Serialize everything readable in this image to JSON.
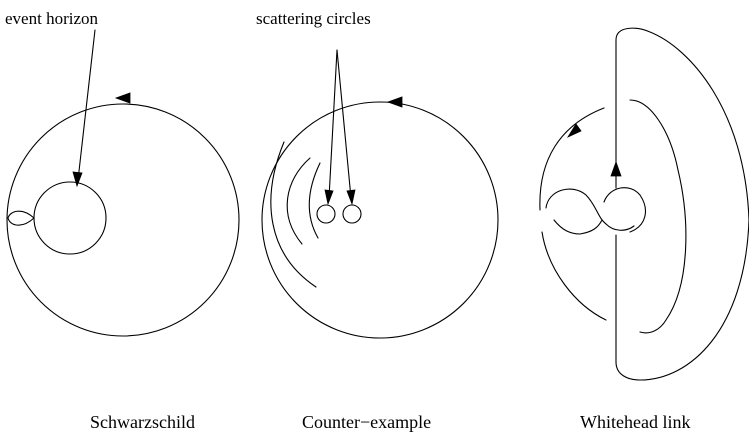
{
  "annotations": {
    "event_horizon": "event horizon",
    "scattering_circles": "scattering circles"
  },
  "panels": [
    {
      "caption": "Schwarzschild"
    },
    {
      "caption": "Counter−example"
    },
    {
      "caption": "Whitehead link"
    }
  ],
  "colors": {
    "stroke": "#000000",
    "background": "#ffffff"
  }
}
